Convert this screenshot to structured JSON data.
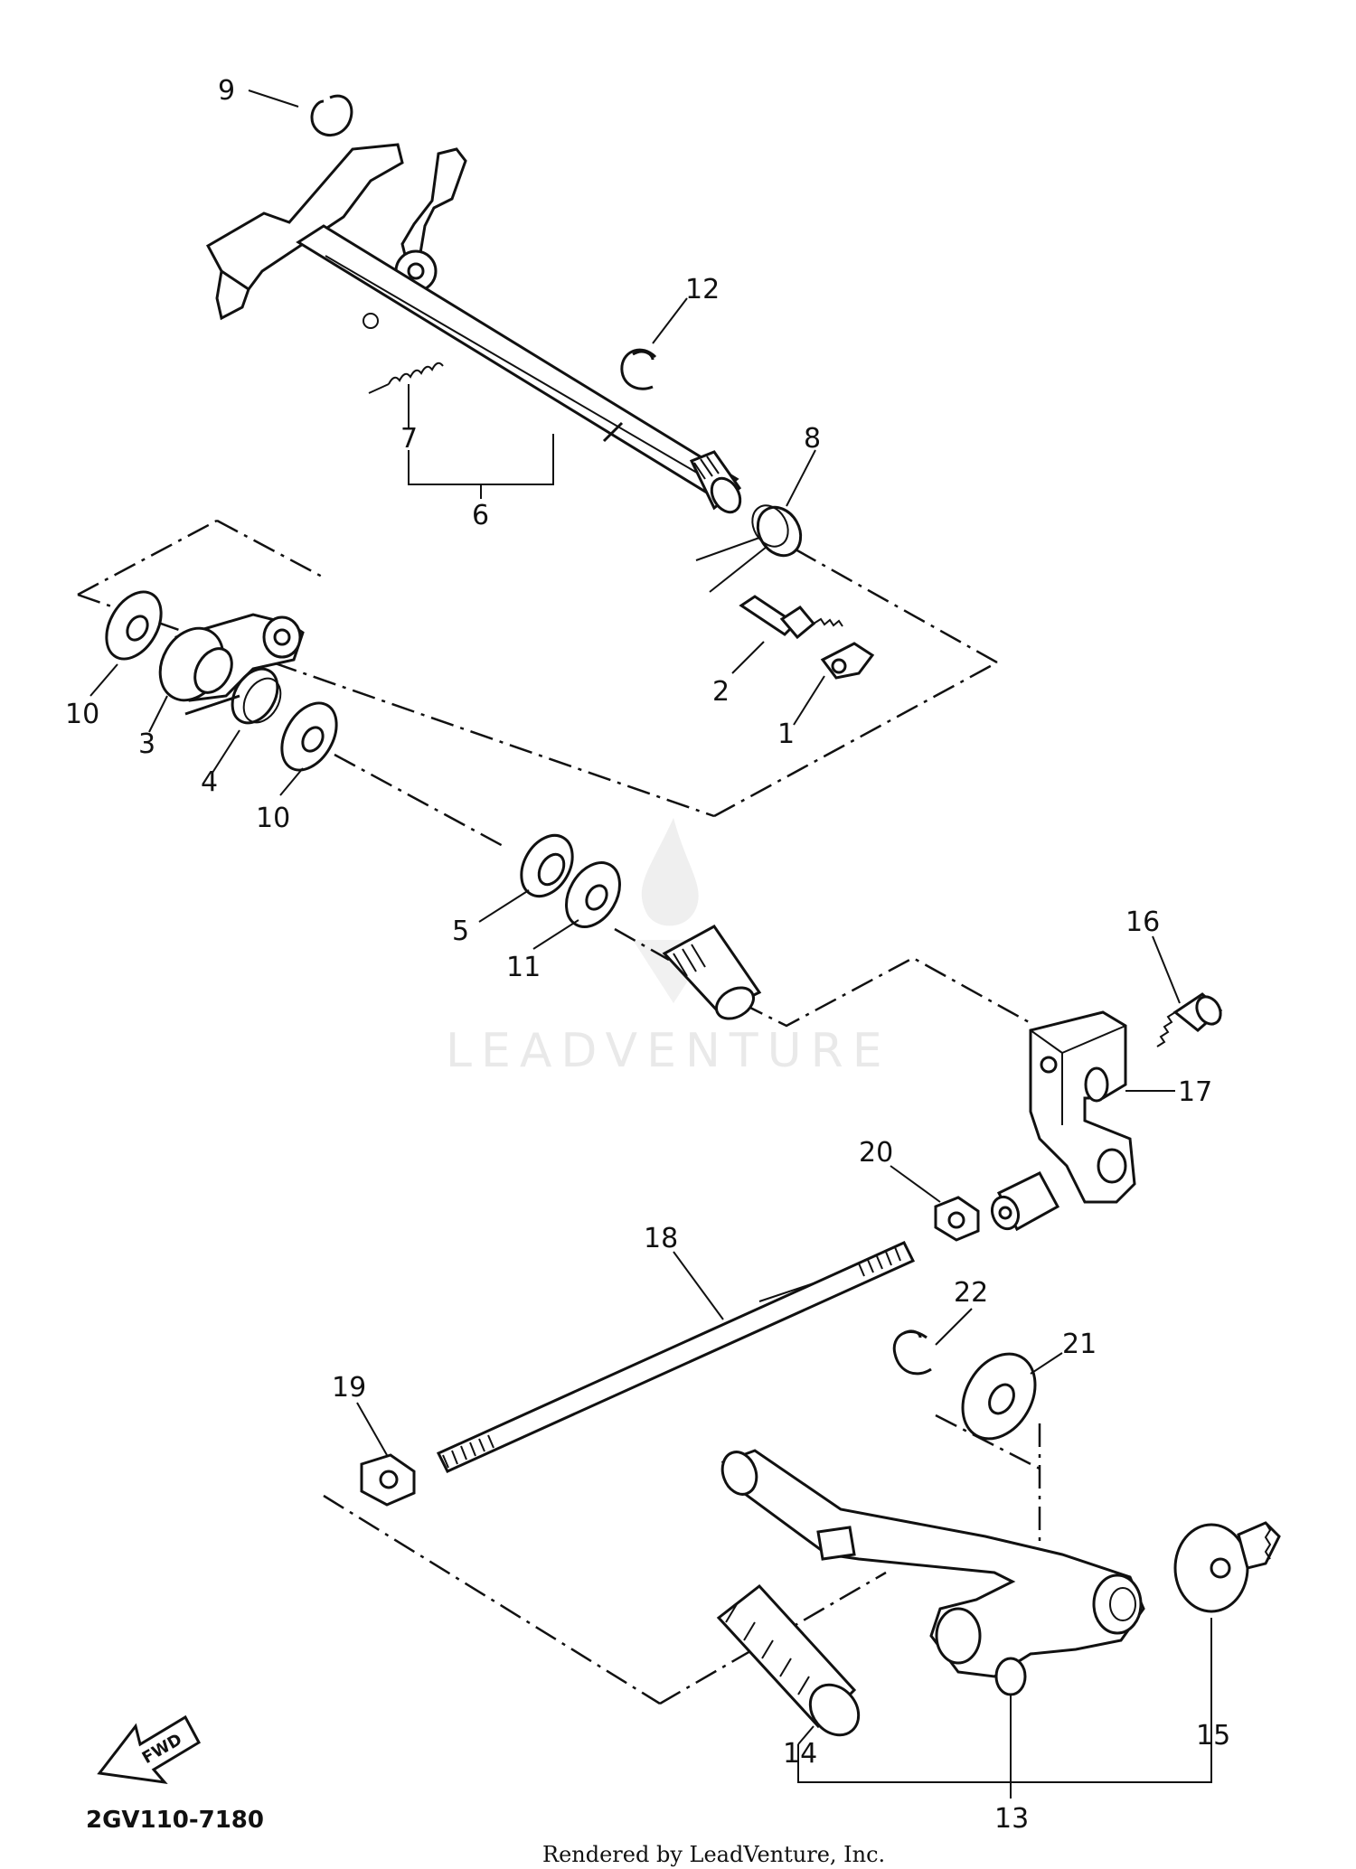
{
  "diagram_code": "2GV110-7180",
  "footer_text": "Rendered by LeadVenture, Inc.",
  "watermark_text": "LEADVENTURE",
  "fwd_label": "FWD",
  "parts": {
    "p1": "1",
    "p2": "2",
    "p3": "3",
    "p4": "4",
    "p5": "5",
    "p6": "6",
    "p7": "7",
    "p8": "8",
    "p9": "9",
    "p10a": "10",
    "p10b": "10",
    "p11": "11",
    "p12": "12",
    "p13": "13",
    "p14": "14",
    "p15": "15",
    "p16": "16",
    "p17": "17",
    "p18": "18",
    "p19": "19",
    "p20": "20",
    "p21": "21",
    "p22": "22"
  }
}
